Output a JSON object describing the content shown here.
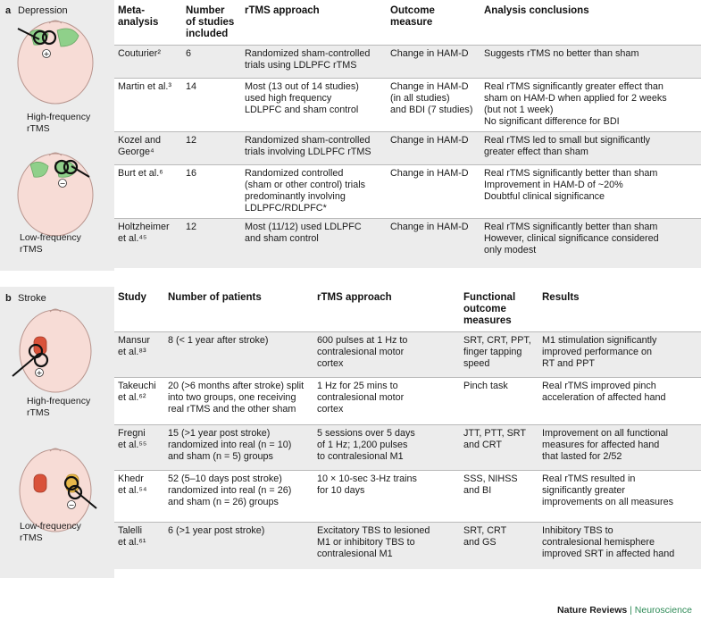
{
  "panel_a": {
    "letter": "a",
    "name": "Depression",
    "label_high": [
      "High-frequency",
      "rTMS"
    ],
    "label_low": [
      "Low-frequency",
      "rTMS"
    ],
    "headers": [
      "Meta-analysis",
      "Number of studies included",
      "rTMS approach",
      "Outcome measure",
      "Analysis conclusions"
    ],
    "header_lines": [
      [
        "Meta-",
        "analysis"
      ],
      [
        "Number",
        "of studies",
        "included"
      ],
      [
        "rTMS approach"
      ],
      [
        "Outcome",
        "measure"
      ],
      [
        "Analysis conclusions"
      ]
    ],
    "rows": [
      {
        "c1": [
          "Couturier²"
        ],
        "c2": [
          "6"
        ],
        "c3": [
          "Randomized sham-controlled",
          "trials using LDLPFC rTMS"
        ],
        "c4": [
          "Change in HAM-D"
        ],
        "c5": [
          "Suggests rTMS no better than sham"
        ]
      },
      {
        "c1": [
          "Martin et al.³"
        ],
        "c2": [
          "14"
        ],
        "c3": [
          "Most (13 out of 14 studies)",
          "used high frequency",
          "LDLPFC and sham control"
        ],
        "c4": [
          "Change in HAM-D",
          "(in all studies)",
          "and BDI (7 studies)"
        ],
        "c5": [
          "Real rTMS significantly greater effect than",
          "sham on HAM-D when applied for 2 weeks",
          "(but not 1 week)",
          "No significant difference for BDI"
        ]
      },
      {
        "c1": [
          "Kozel and",
          "George⁴"
        ],
        "c2": [
          "12"
        ],
        "c3": [
          "Randomized sham-controlled",
          "trials involving LDLPFC rTMS"
        ],
        "c4": [
          "Change in HAM-D"
        ],
        "c5": [
          "Real rTMS led to small but significantly",
          "greater effect than sham"
        ]
      },
      {
        "c1": [
          "Burt et al.⁶"
        ],
        "c2": [
          "16"
        ],
        "c3": [
          "Randomized controlled",
          "(sham or other control) trials",
          "predominantly involving",
          "LDLPFC/RDLPFC*"
        ],
        "c4": [
          "Change in HAM-D"
        ],
        "c5": [
          "Real rTMS significantly better than sham",
          "Improvement in HAM-D of ~20%",
          "Doubtful clinical significance"
        ]
      },
      {
        "c1": [
          "Holtzheimer",
          "et al.⁴⁵"
        ],
        "c2": [
          "12"
        ],
        "c3": [
          "Most (11/12) used LDLPFC",
          "and sham control"
        ],
        "c4": [
          "Change in HAM-D"
        ],
        "c5": [
          "Real rTMS significantly better than sham",
          "However, clinical significance considered",
          "only modest"
        ]
      }
    ]
  },
  "panel_b": {
    "letter": "b",
    "name": "Stroke",
    "label_high": [
      "High-frequency",
      "rTMS"
    ],
    "label_low": [
      "Low-frequency",
      "rTMS"
    ],
    "header_lines": [
      [
        "Study"
      ],
      [
        "Number of patients"
      ],
      [
        "rTMS approach"
      ],
      [
        "Functional",
        "outcome",
        "measures"
      ],
      [
        "Results"
      ]
    ],
    "rows": [
      {
        "c1": [
          "Mansur",
          "et al.⁸³"
        ],
        "c2": [
          "8 (< 1 year after stroke)"
        ],
        "c3": [
          "600 pulses at 1 Hz to",
          "contralesional motor",
          "cortex"
        ],
        "c4": [
          "SRT, CRT, PPT,",
          "finger tapping",
          "speed"
        ],
        "c5": [
          "M1 stimulation significantly",
          "improved performance on",
          "RT and PPT"
        ]
      },
      {
        "c1": [
          "Takeuchi",
          "et al.⁶²"
        ],
        "c2": [
          "20 (>6 months after stroke) split",
          "into two groups, one receiving",
          "real rTMS and the other sham"
        ],
        "c3": [
          "1 Hz for 25 mins to",
          "contralesional motor",
          "cortex"
        ],
        "c4": [
          "Pinch task"
        ],
        "c5": [
          "Real rTMS improved pinch",
          "acceleration of affected hand"
        ]
      },
      {
        "c1": [
          "Fregni",
          "et al.⁵⁵"
        ],
        "c2": [
          "15 (>1 year post stroke)",
          "randomized into real (n = 10)",
          "and sham (n = 5) groups"
        ],
        "c3": [
          "5 sessions over 5 days",
          "of 1 Hz; 1,200 pulses",
          "to contralesional M1"
        ],
        "c4": [
          "JTT, PTT, SRT",
          "and CRT"
        ],
        "c5": [
          "Improvement on all functional",
          "measures for affected hand",
          "that lasted for 2/52"
        ]
      },
      {
        "c1": [
          "Khedr",
          "et al.⁵⁴"
        ],
        "c2": [
          "52 (5–10 days post stroke)",
          "randomized into real (n = 26)",
          "and sham (n = 26) groups"
        ],
        "c3": [
          "10 × 10-sec 3-Hz trains",
          "for 10 days"
        ],
        "c4": [
          "SSS, NIHSS",
          "and BI"
        ],
        "c5": [
          "Real rTMS resulted in",
          "significantly greater",
          "improvements on all measures"
        ]
      },
      {
        "c1": [
          "Talelli",
          "et al.⁶¹"
        ],
        "c2": [
          "6 (>1 year post stroke)"
        ],
        "c3": [
          "Excitatory TBS to lesioned",
          "M1 or inhibitory TBS to",
          "contralesional M1"
        ],
        "c4": [
          "SRT, CRT",
          "and GS"
        ],
        "c5": [
          "Inhibitory TBS to",
          "contralesional hemisphere",
          "improved SRT in affected hand"
        ]
      }
    ]
  },
  "footer": {
    "journal": "Nature Reviews",
    "separator": "|",
    "section": "Neuroscience"
  },
  "colors": {
    "panel_grey": "#ececec",
    "head_skin": "#f7dcd6",
    "lobe_green": "#8fd08a",
    "lobe_red": "#d9523a",
    "lobe_yellow": "#e7b84a",
    "accent_green": "#2e8b57"
  }
}
